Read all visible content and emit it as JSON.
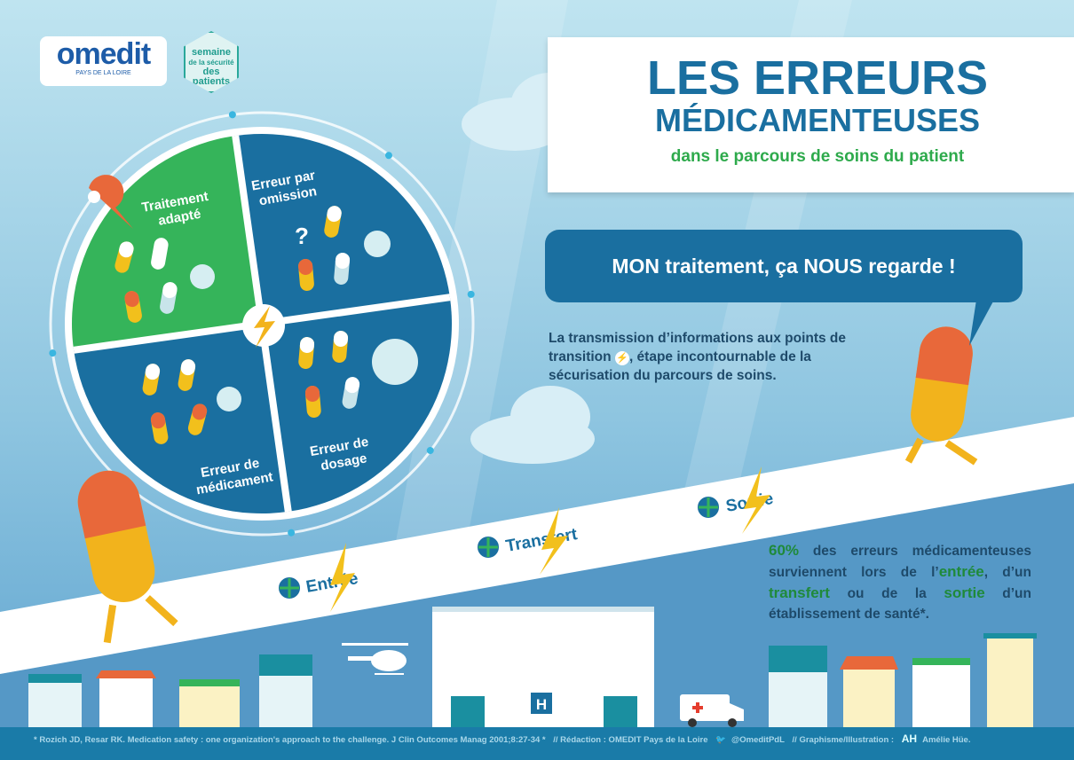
{
  "logos": {
    "omedit": "omedit",
    "omedit_sub": "PAYS DE LA LOIRE",
    "badge_lines": [
      "semaine",
      "de la sécurité",
      "des patients"
    ]
  },
  "title": {
    "line1": "LES ERREURS",
    "line2": "MÉDICAMENTEUSES",
    "line3": "dans le parcours de soins du patient"
  },
  "bubble": "MON traitement, ça NOUS regarde !",
  "transmission": {
    "part1": "La transmission d’informations aux points de transition",
    "part2": ", étape incontournable de la sécurisation du parcours de soins."
  },
  "wheel": {
    "q1": [
      "Traitement",
      "adapté"
    ],
    "q2": [
      "Erreur par",
      "omission"
    ],
    "q3": [
      "Erreur de",
      "médicament"
    ],
    "q4": [
      "Erreur de",
      "dosage"
    ],
    "colors": {
      "green": "#35b45a",
      "blue": "#1a6fa0"
    }
  },
  "road": {
    "stops": [
      "Entrée",
      "Transfert",
      "Sortie"
    ]
  },
  "stat": {
    "pct": "60%",
    "t1": " des erreurs médicamenteuses surviennent lors de l’",
    "entree": "entrée",
    "t2": ", d’un ",
    "transfert": "transfert",
    "t3": " ou de la ",
    "sortie": "sortie",
    "t4": " d’un établissement de santé*."
  },
  "hospital_sign": "H",
  "footer": {
    "ref": "* Rozich JD, Resar RK. Medication safety : one organization's approach to the challenge. J Clin Outcomes Manag 2001;8:27-34 *",
    "redaction": "// Rédaction : OMEDIT Pays de la Loire",
    "twitter": "@OmeditPdL",
    "graphisme": "// Graphisme/Illustration :",
    "illustrator_logo": "AH",
    "illustrator": "Amélie Hüe."
  }
}
